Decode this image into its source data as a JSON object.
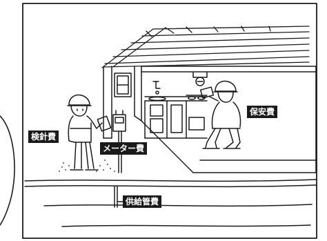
{
  "labels": {
    "meter_reading": "検針費",
    "meter": "メーター費",
    "safety": "保安費",
    "supply_pipe": "供給管費"
  },
  "colors": {
    "ink": "#1a1a1a",
    "paper": "#ffffff",
    "label_bg": "#1a1a1a",
    "label_text": "#ffffff"
  }
}
